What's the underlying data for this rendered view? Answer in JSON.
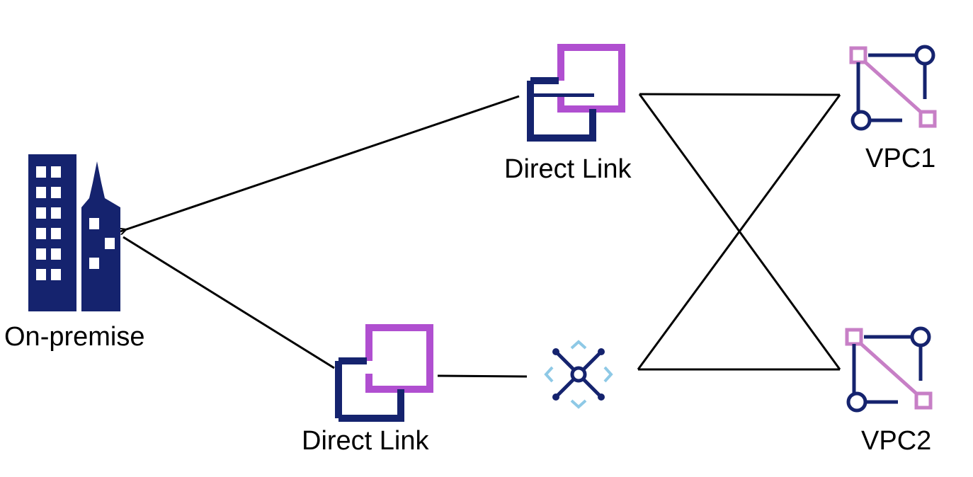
{
  "nodes": {
    "on_premise": {
      "label": "On-premise",
      "icon": "building-icon"
    },
    "direct_link_top": {
      "label": "Direct Link",
      "icon": "direct-link-icon"
    },
    "direct_link_bottom": {
      "label": "Direct Link",
      "icon": "direct-link-icon"
    },
    "hub": {
      "icon": "network-hub-icon"
    },
    "vpc1": {
      "label": "VPC1",
      "icon": "vpc-icon"
    },
    "vpc2": {
      "label": "VPC2",
      "icon": "vpc-icon"
    }
  },
  "edges": [
    {
      "from": "direct_link_top",
      "to": "on_premise",
      "arrow": true
    },
    {
      "from": "direct_link_bottom",
      "to": "on_premise",
      "arrow": false
    },
    {
      "from": "direct_link_bottom",
      "to": "hub",
      "arrow": false
    },
    {
      "from": "direct_link_top",
      "to": "vpc1",
      "arrow": false
    },
    {
      "from": "direct_link_top",
      "to": "vpc2",
      "arrow": false
    },
    {
      "from": "hub",
      "to": "vpc1",
      "arrow": false
    },
    {
      "from": "hub",
      "to": "vpc2",
      "arrow": false
    }
  ],
  "colors": {
    "navy": "#15236e",
    "purple": "#b04fd0",
    "pink": "#c77fc6",
    "light_blue": "#8ec9e6",
    "line": "#000000"
  }
}
